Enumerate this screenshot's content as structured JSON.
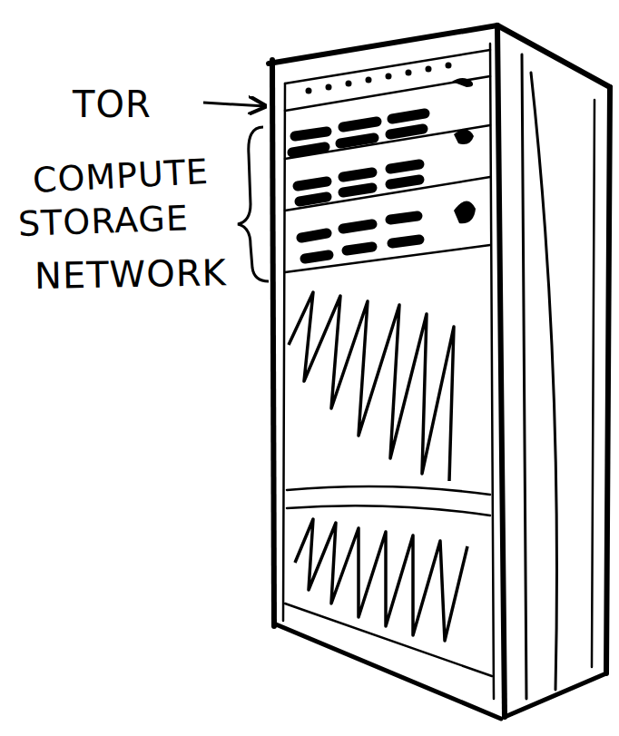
{
  "diagram": {
    "labels": [
      "TOR",
      "COMPUTE",
      "STORAGE",
      "NETWORK"
    ]
  }
}
